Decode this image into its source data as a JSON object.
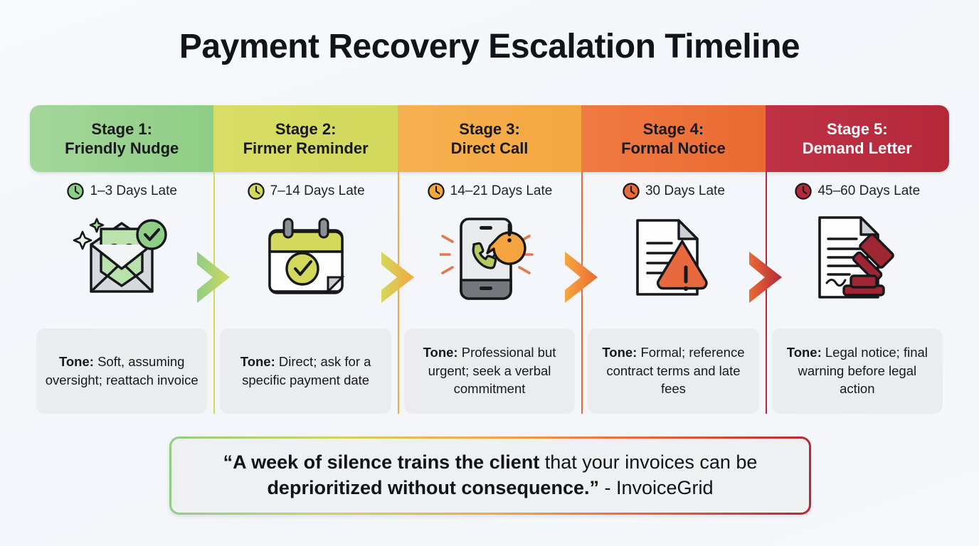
{
  "title": "Payment Recovery Escalation Timeline",
  "palette": {
    "stage1": "#8fce86",
    "stage1_to": "#a4d69a",
    "stage2": "#d2d95c",
    "stage2_to": "#d8dd66",
    "stage3": "#f4a73f",
    "stage3_to": "#f6b152",
    "stage4": "#ea6a33",
    "stage4_to": "#ef7a42",
    "stage5": "#b4283a",
    "stage5_to": "#bf3246",
    "background": "#f5f8fb",
    "tone_box": "#ebecee",
    "quote_box": "#eef0f2"
  },
  "stages": [
    {
      "heading_line1": "Stage 1:",
      "heading_line2": "Friendly Nudge",
      "heading_text_color": "#17191c",
      "timing": "1–3 Days Late",
      "clock_icon": "clock-icon",
      "illustration": "smiling-letter-envelope-icon",
      "tone_label": "Tone:",
      "tone_text": " Soft, assuming oversight; reattach invoice",
      "color": "#8fce86"
    },
    {
      "heading_line1": "Stage 2:",
      "heading_line2": "Firmer Reminder",
      "heading_text_color": "#17191c",
      "timing": "7–14 Days Late",
      "clock_icon": "clock-icon",
      "illustration": "calendar-check-icon",
      "tone_label": "Tone:",
      "tone_text": " Direct; ask for a specific payment date",
      "color": "#d2d95c"
    },
    {
      "heading_line1": "Stage 3:",
      "heading_line2": "Direct Call",
      "heading_text_color": "#17191c",
      "timing": "14–21 Days Late",
      "clock_icon": "clock-icon",
      "illustration": "ringing-phone-alert-icon",
      "tone_label": "Tone:",
      "tone_text": " Professional but urgent; seek a verbal commitment",
      "color": "#f4a73f"
    },
    {
      "heading_line1": "Stage 4:",
      "heading_line2": "Formal Notice",
      "heading_text_color": "#17191c",
      "timing": "30 Days Late",
      "clock_icon": "clock-icon",
      "illustration": "document-warning-icon",
      "tone_label": "Tone:",
      "tone_text": " Formal; reference contract terms and late fees",
      "color": "#ea6a33"
    },
    {
      "heading_line1": "Stage 5:",
      "heading_line2": "Demand Letter",
      "heading_text_color": "#ffffff",
      "timing": "45–60 Days Late",
      "clock_icon": "clock-icon",
      "illustration": "legal-document-gavel-icon",
      "tone_label": "Tone:",
      "tone_text": " Legal notice; final warning before legal action",
      "color": "#b4283a"
    }
  ],
  "arrows": [
    {
      "name": "arrow-stage1-to-stage2",
      "from_color": "#8fce86",
      "to_color": "#d2d95c"
    },
    {
      "name": "arrow-stage2-to-stage3",
      "from_color": "#d2d95c",
      "to_color": "#f4a73f"
    },
    {
      "name": "arrow-stage3-to-stage4",
      "from_color": "#f4a73f",
      "to_color": "#ea6a33"
    },
    {
      "name": "arrow-stage4-to-stage5",
      "from_color": "#ea6a33",
      "to_color": "#b4283a"
    }
  ],
  "quote": {
    "bold_part_1": "“A week of silence trains the client",
    "normal_part_1": " that your invoices can be ",
    "bold_part_2": "deprioritized without consequence.”",
    "attribution": " - InvoiceGrid"
  }
}
